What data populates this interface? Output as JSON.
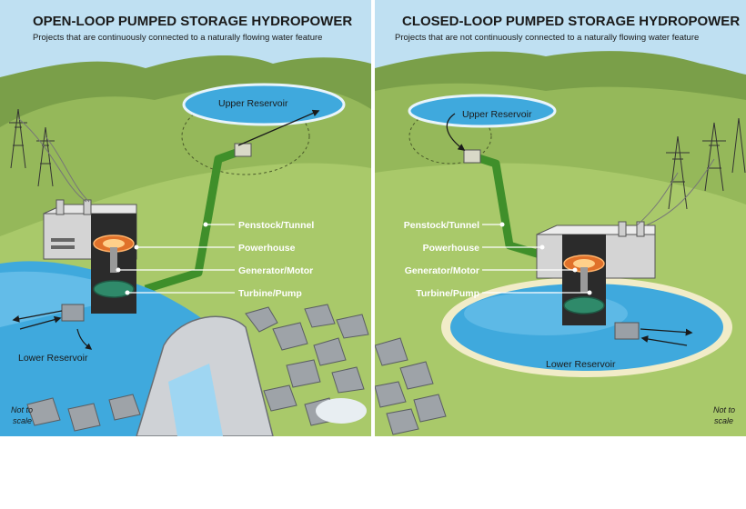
{
  "left_panel": {
    "title": "OPEN-LOOP PUMPED STORAGE HYDROPOWER",
    "subtitle": "Projects that are continuously connected to a naturally flowing water feature",
    "upper_reservoir": "Upper Reservoir",
    "lower_reservoir": "Lower Reservoir",
    "scale_note_line1": "Not to",
    "scale_note_line2": "scale"
  },
  "right_panel": {
    "title": "CLOSED-LOOP PUMPED STORAGE HYDROPOWER",
    "subtitle": "Projects that are not continuously connected to a naturally flowing water feature",
    "upper_reservoir": "Upper Reservoir",
    "lower_reservoir": "Lower Reservoir",
    "scale_note_line1": "Not to",
    "scale_note_line2": "scale"
  },
  "component_labels": {
    "penstock": "Penstock/Tunnel",
    "powerhouse": "Powerhouse",
    "generator": "Generator/Motor",
    "turbine": "Turbine/Pump"
  },
  "colors": {
    "sky": "#bfe0f2",
    "hill_far": "#7a9f49",
    "hill_mid": "#95b85a",
    "hill_near": "#a9c96a",
    "water": "#3fa9dd",
    "water_light": "#7ccaf0",
    "penstock": "#3f8f2a",
    "divider": "#ffffff"
  }
}
